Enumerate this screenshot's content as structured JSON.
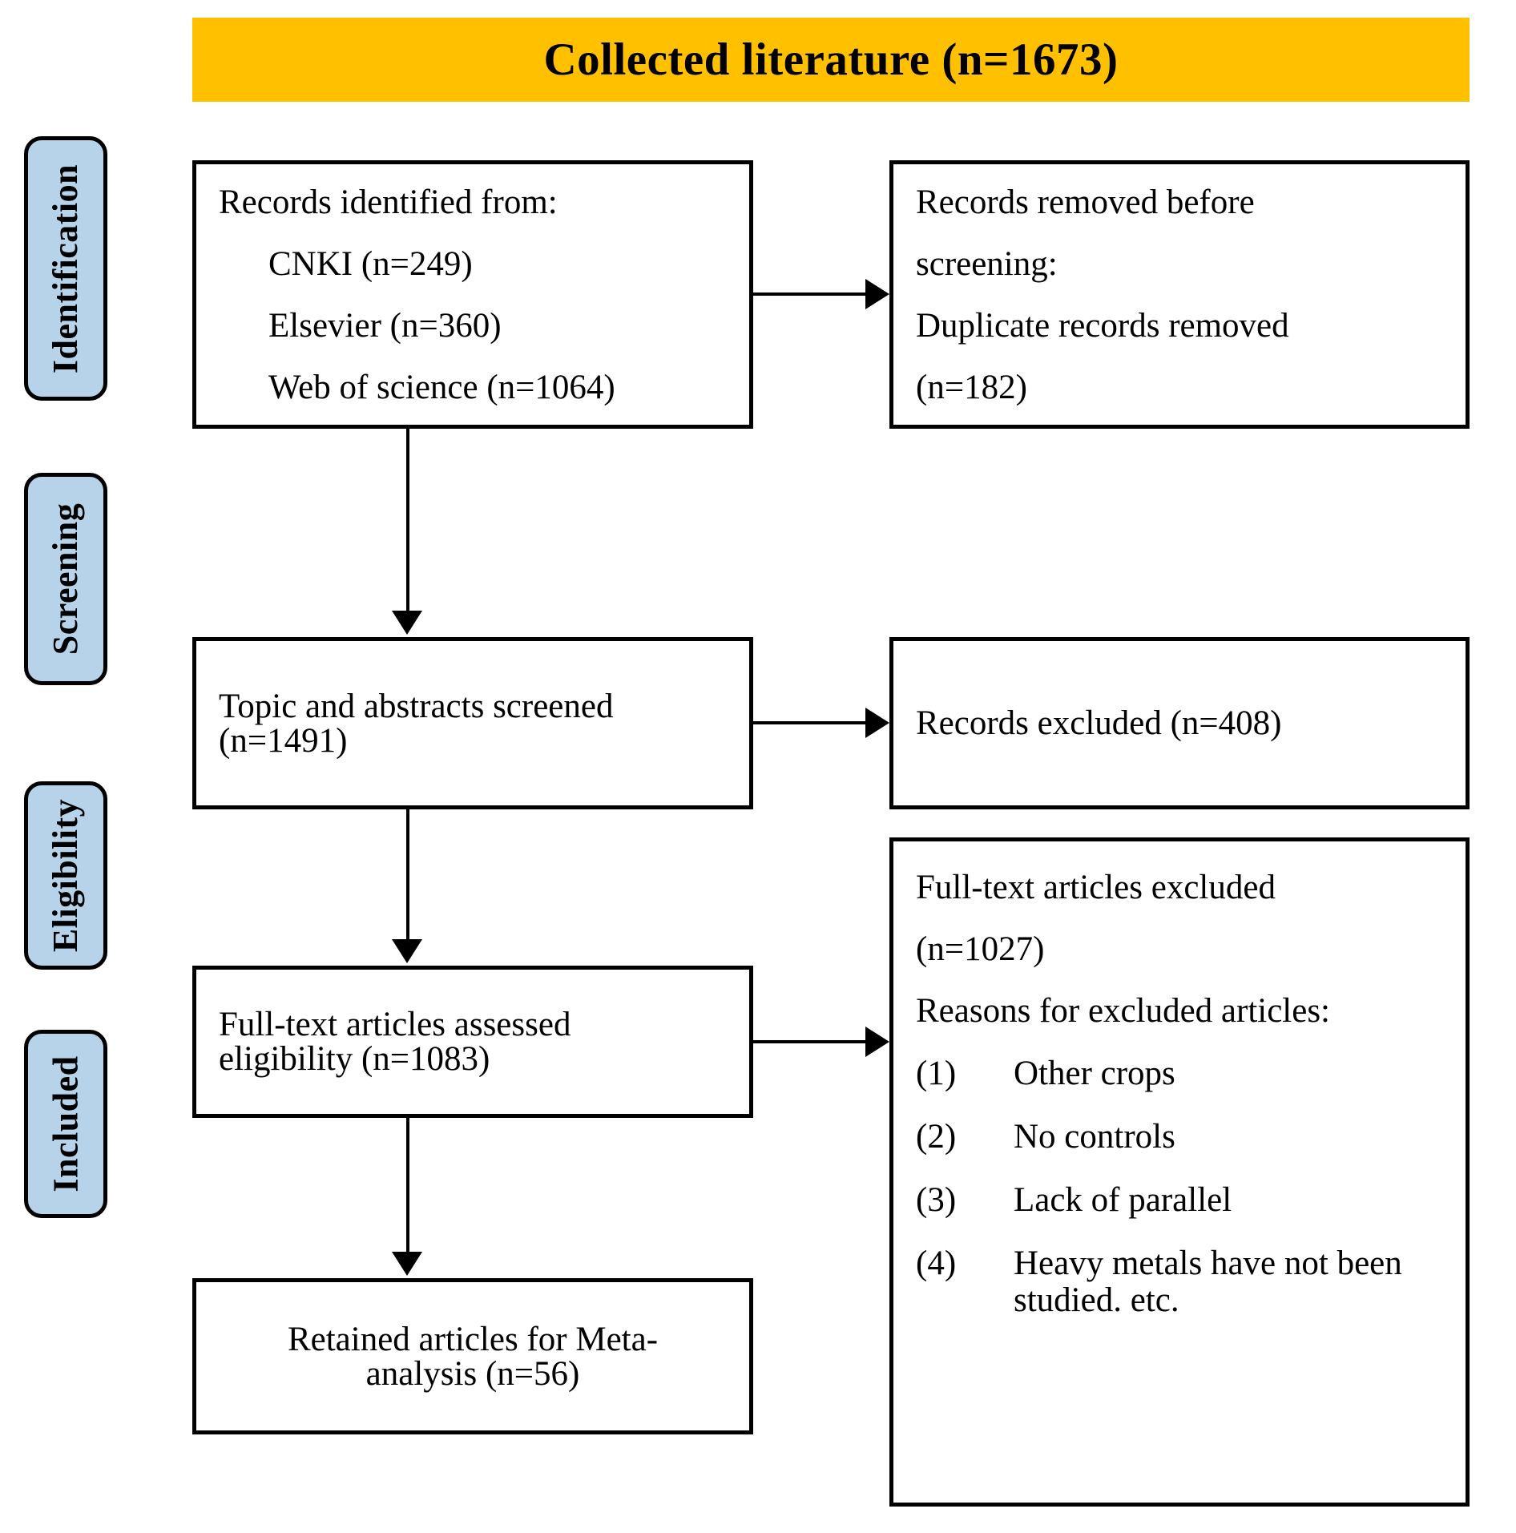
{
  "colors": {
    "banner_background": "#FFC000",
    "stage_background": "#B6D3EA",
    "border": "#000000",
    "text": "#000000"
  },
  "banner": {
    "title": "Collected literature (n=1673)"
  },
  "stages": [
    {
      "key": "identification",
      "label": "Identification"
    },
    {
      "key": "screening",
      "label": "Screening"
    },
    {
      "key": "eligibility",
      "label": "Eligibility"
    },
    {
      "key": "included",
      "label": "Included"
    }
  ],
  "boxes": {
    "identified": {
      "heading": "Records identified from:",
      "sources": [
        "CNKI (n=249)",
        "Elsevier (n=360)",
        "Web of science (n=1064)"
      ]
    },
    "removed": {
      "line1": "Records removed before",
      "line2": "screening:",
      "line3": "Duplicate records removed",
      "line4": "(n=182)"
    },
    "screened": {
      "line1": "Topic and abstracts screened",
      "line2": "(n=1491)"
    },
    "excluded_screening": {
      "line1": "Records excluded (n=408)"
    },
    "fulltext": {
      "line1": "Full-text articles assessed",
      "line2": "eligibility (n=1083)"
    },
    "fulltext_excluded": {
      "line1": "Full-text articles excluded",
      "line2": "(n=1027)",
      "line3": "Reasons for excluded articles:",
      "reasons": [
        {
          "num": "(1)",
          "text": "Other crops"
        },
        {
          "num": "(2)",
          "text": "No controls"
        },
        {
          "num": "(3)",
          "text": "Lack of parallel"
        },
        {
          "num": "(4)",
          "text": "Heavy metals have not been studied. etc."
        }
      ]
    },
    "retained": {
      "line1": "Retained articles for Meta-",
      "line2": "analysis (n=56)"
    }
  }
}
